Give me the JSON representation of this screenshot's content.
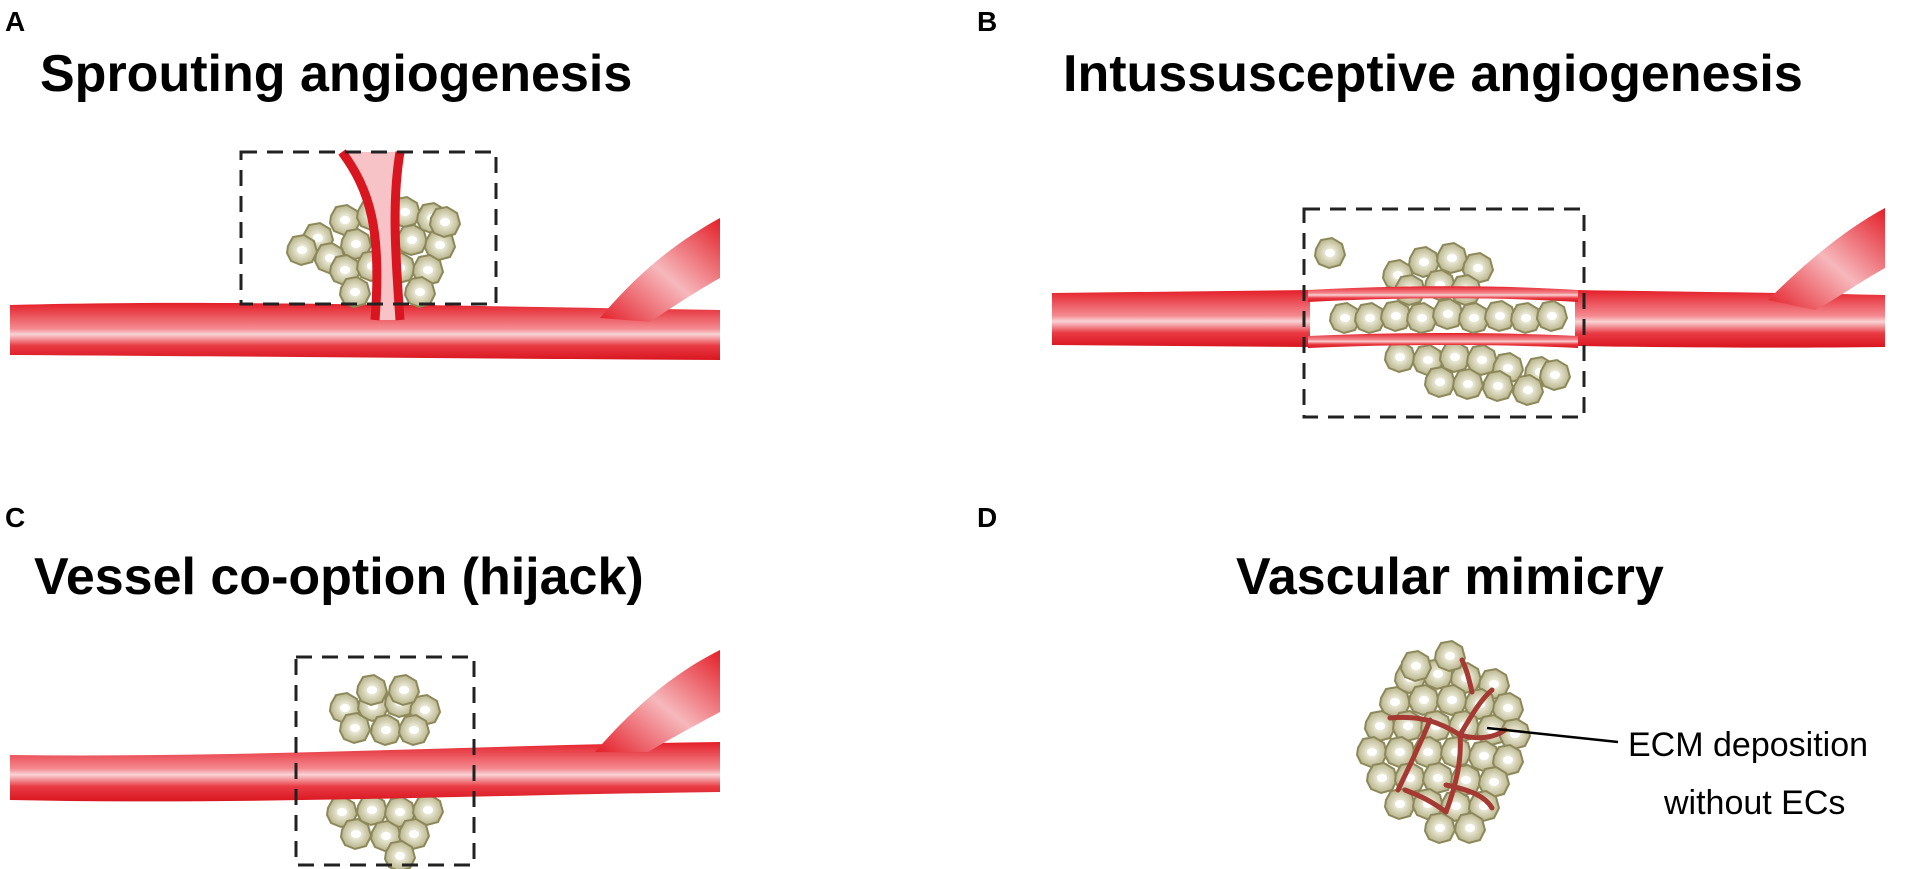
{
  "panels": [
    {
      "letter": "A",
      "title": "Sprouting angiogenesis"
    },
    {
      "letter": "B",
      "title": "Intussusceptive angiogenesis"
    },
    {
      "letter": "C",
      "title": "Vessel co-option (hijack)"
    },
    {
      "letter": "D",
      "title": "Vascular mimicry"
    }
  ],
  "annotation": {
    "line1": "ECM deposition",
    "line2": "without ECs"
  },
  "colors": {
    "vessel": "#e8232d",
    "vessel_highlight": "#f7c9cc",
    "cell_fill": "#c9c6a3",
    "cell_stroke": "#8f8a5c",
    "ecm": "#a03030",
    "box": "#222222"
  }
}
